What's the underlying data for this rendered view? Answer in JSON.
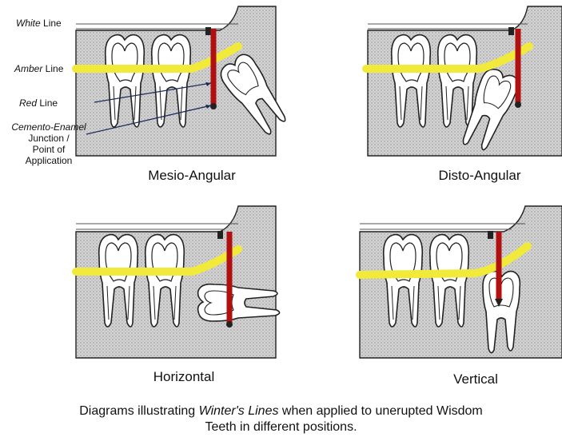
{
  "panels": [
    {
      "title": "Mesio-Angular"
    },
    {
      "title": "Disto-Angular"
    },
    {
      "title": "Horizontal"
    },
    {
      "title": "Vertical"
    }
  ],
  "labels": {
    "white_prefix": "White",
    "white_suffix": " Line",
    "amber_prefix": "Amber",
    "amber_suffix": " Line",
    "red_prefix": "Red",
    "red_suffix": " Line",
    "cej_line1": "Cemento-Enamel",
    "cej_line2": "Junction /",
    "cej_line3": "Point of",
    "cej_line4": "Application"
  },
  "caption": {
    "part1": "Diagrams illustrating ",
    "emph": "Winter's Lines",
    "part2": " when applied to unerupted Wisdom",
    "line2": "Teeth in different positions."
  },
  "colors": {
    "white_line": "#e8e8e8",
    "amber_line": "#f2ea3a",
    "red_line": "#b01010",
    "bone": "#c9c9c9",
    "tooth": "#ffffff",
    "outline": "#222222"
  }
}
